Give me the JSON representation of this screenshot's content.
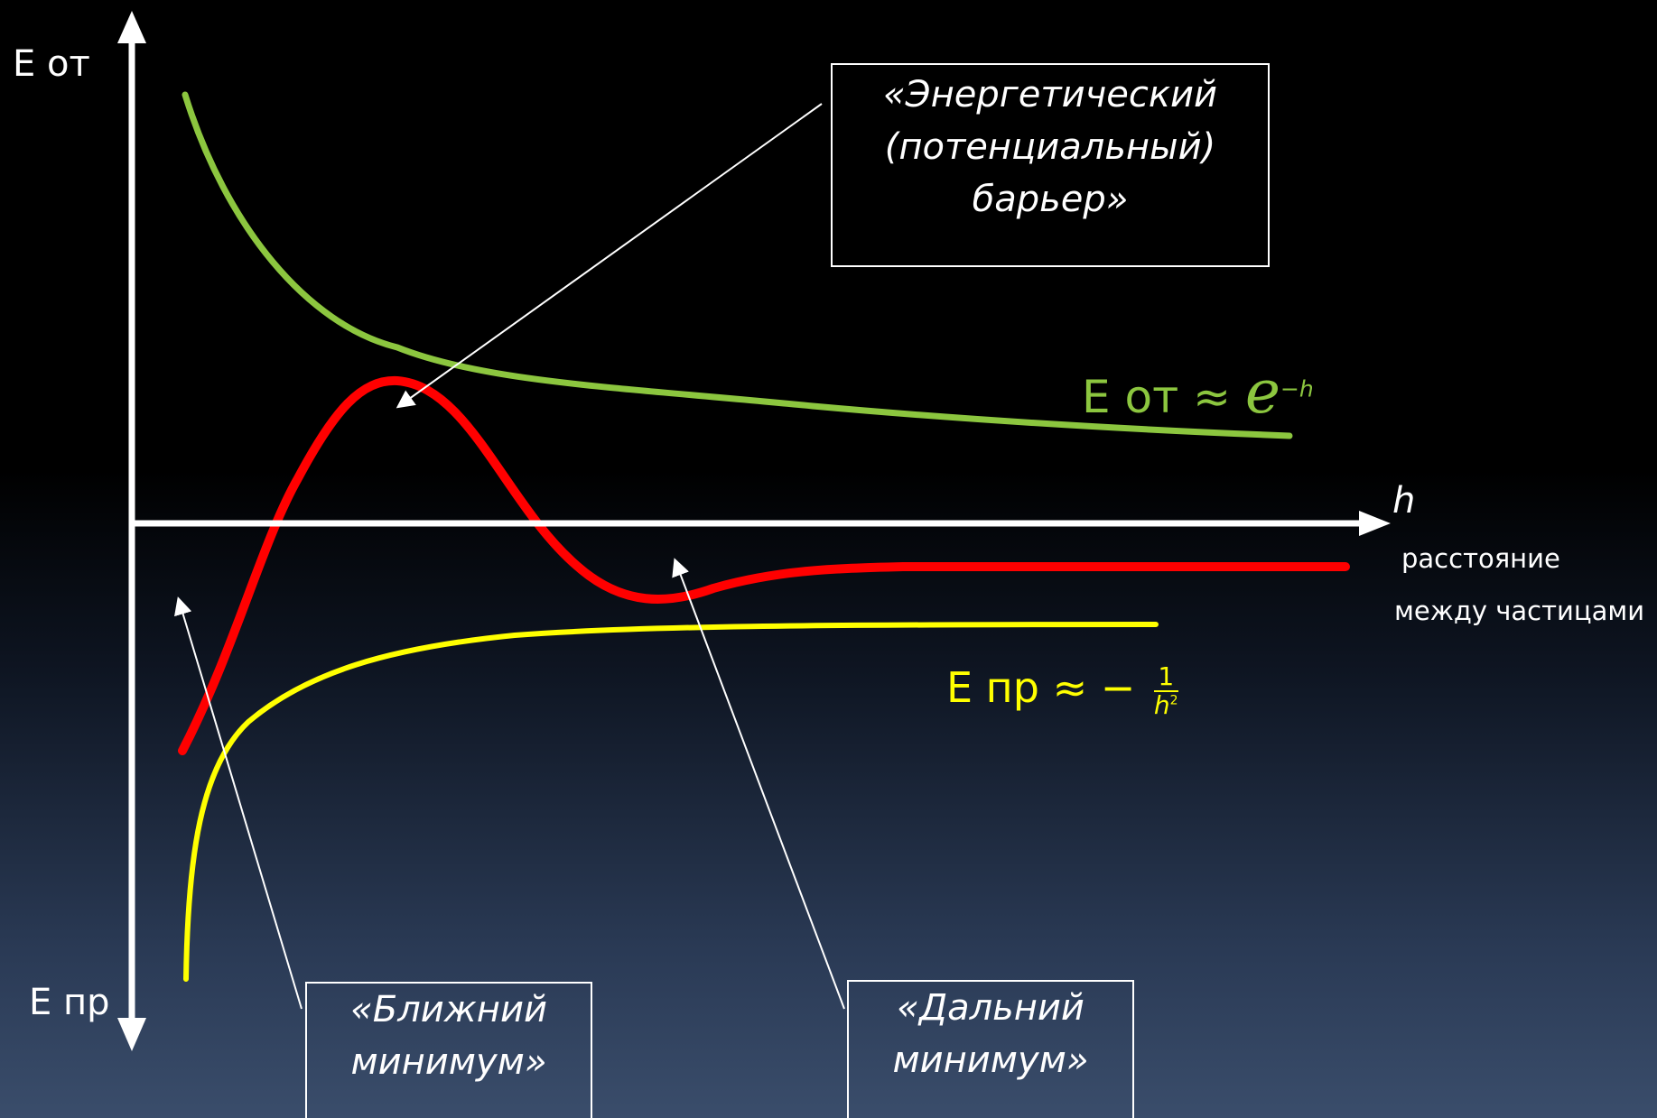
{
  "axes": {
    "y_top_label": "E от",
    "y_bottom_label": "E пр",
    "x_label": "h",
    "x_caption_line1": "расстояние",
    "x_caption_line2": "между частицами"
  },
  "formulas": {
    "repulsion_prefix": "E от ≈",
    "repulsion_base": "e",
    "repulsion_exp": "−h",
    "attraction_prefix": "E пр ≈ −",
    "attraction_num": "1",
    "attraction_den_base": "h",
    "attraction_den_exp": "2"
  },
  "annotations": {
    "barrier_line1": "«Энергетический",
    "barrier_line2": "(потенциальный)",
    "barrier_line3": "барьер»",
    "near_min_line1": "«Ближний",
    "near_min_line2": "минимум»",
    "far_min_line1": "«Дальний",
    "far_min_line2": "минимум»"
  },
  "colors": {
    "background_top": "#000000",
    "background_bottom": "#3a4d6b",
    "axes": "#ffffff",
    "repulsion_curve": "#8cc63f",
    "resultant_curve": "#ff0000",
    "attraction_curve": "#ffff00"
  }
}
